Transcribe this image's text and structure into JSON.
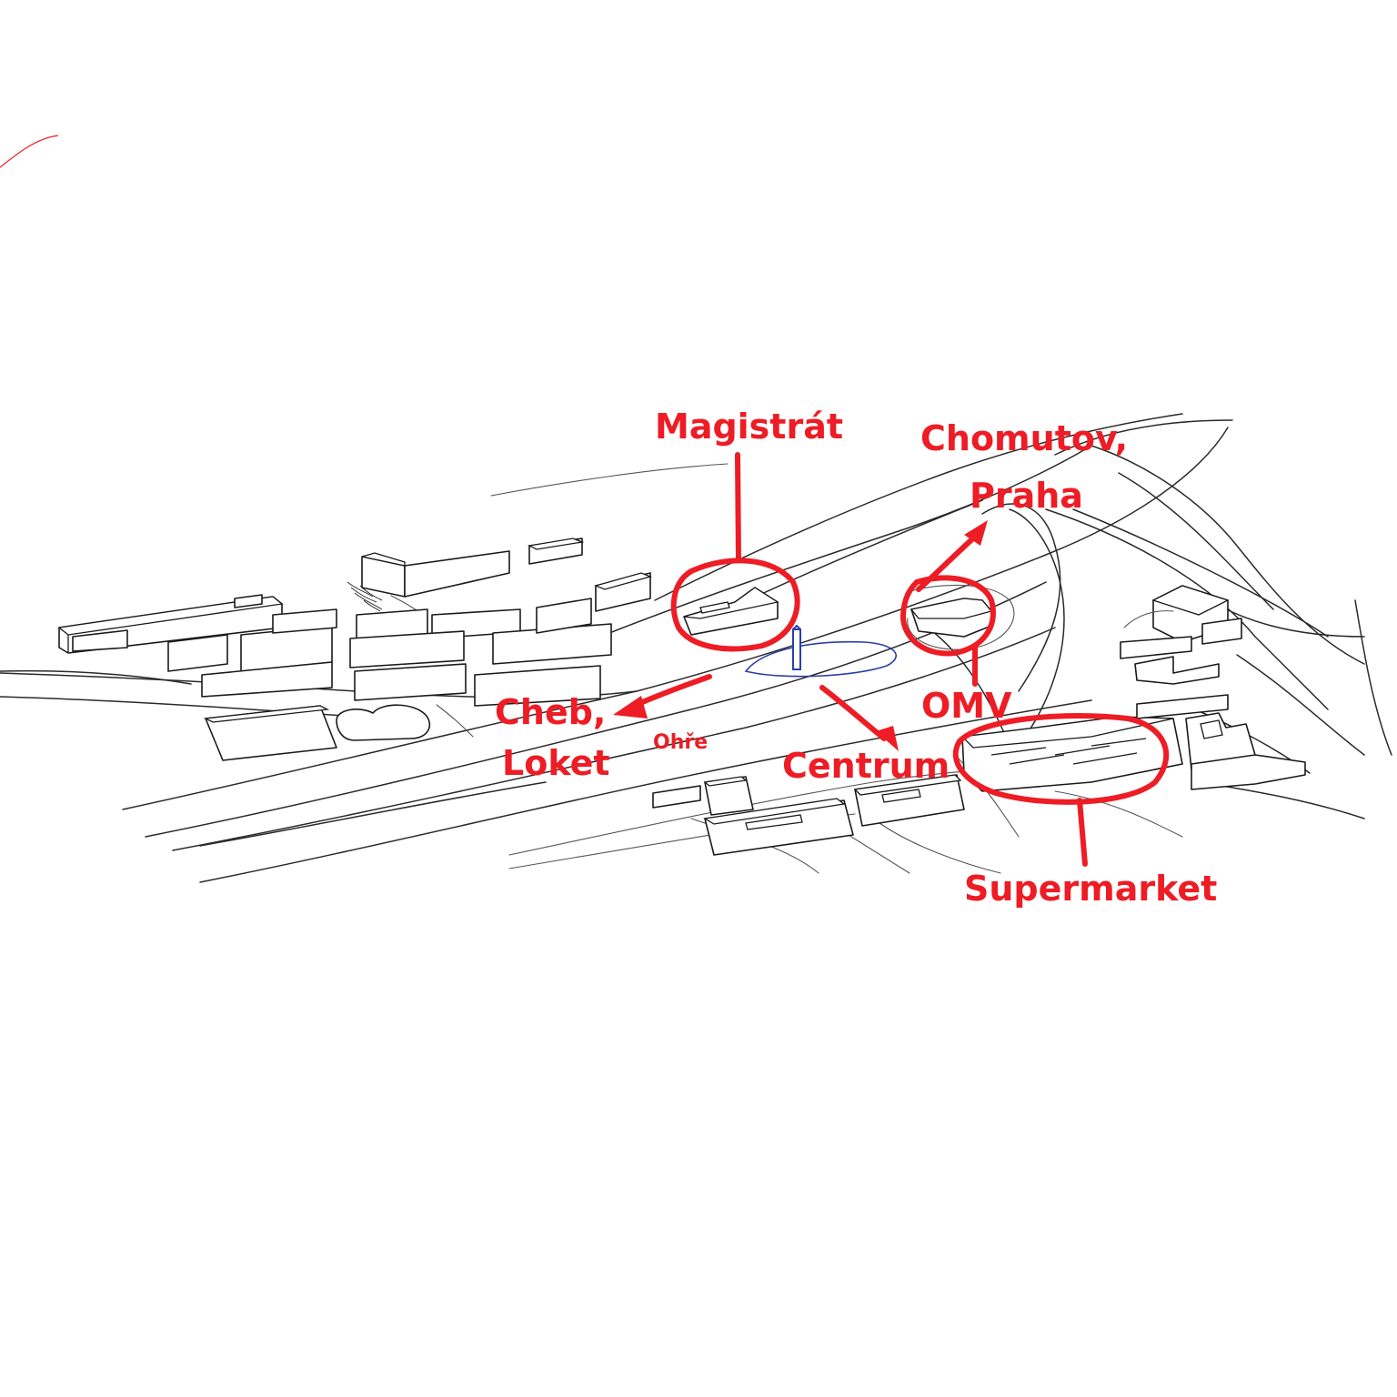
{
  "labels": {
    "magistrat": "Magistrát",
    "chomutov_line1": "Chomutov,",
    "chomutov_line2": "Praha",
    "cheb_line1": "Cheb,",
    "cheb_line2": "Loket",
    "ohre": "Ohře",
    "centrum": "Centrum",
    "omv": "OMV",
    "supermarket": "Supermarket"
  },
  "colors": {
    "annotation": "#ee1c24",
    "linework": "#1a1a1a",
    "landmark": "#2b3fa8",
    "background": "#ffffff"
  }
}
